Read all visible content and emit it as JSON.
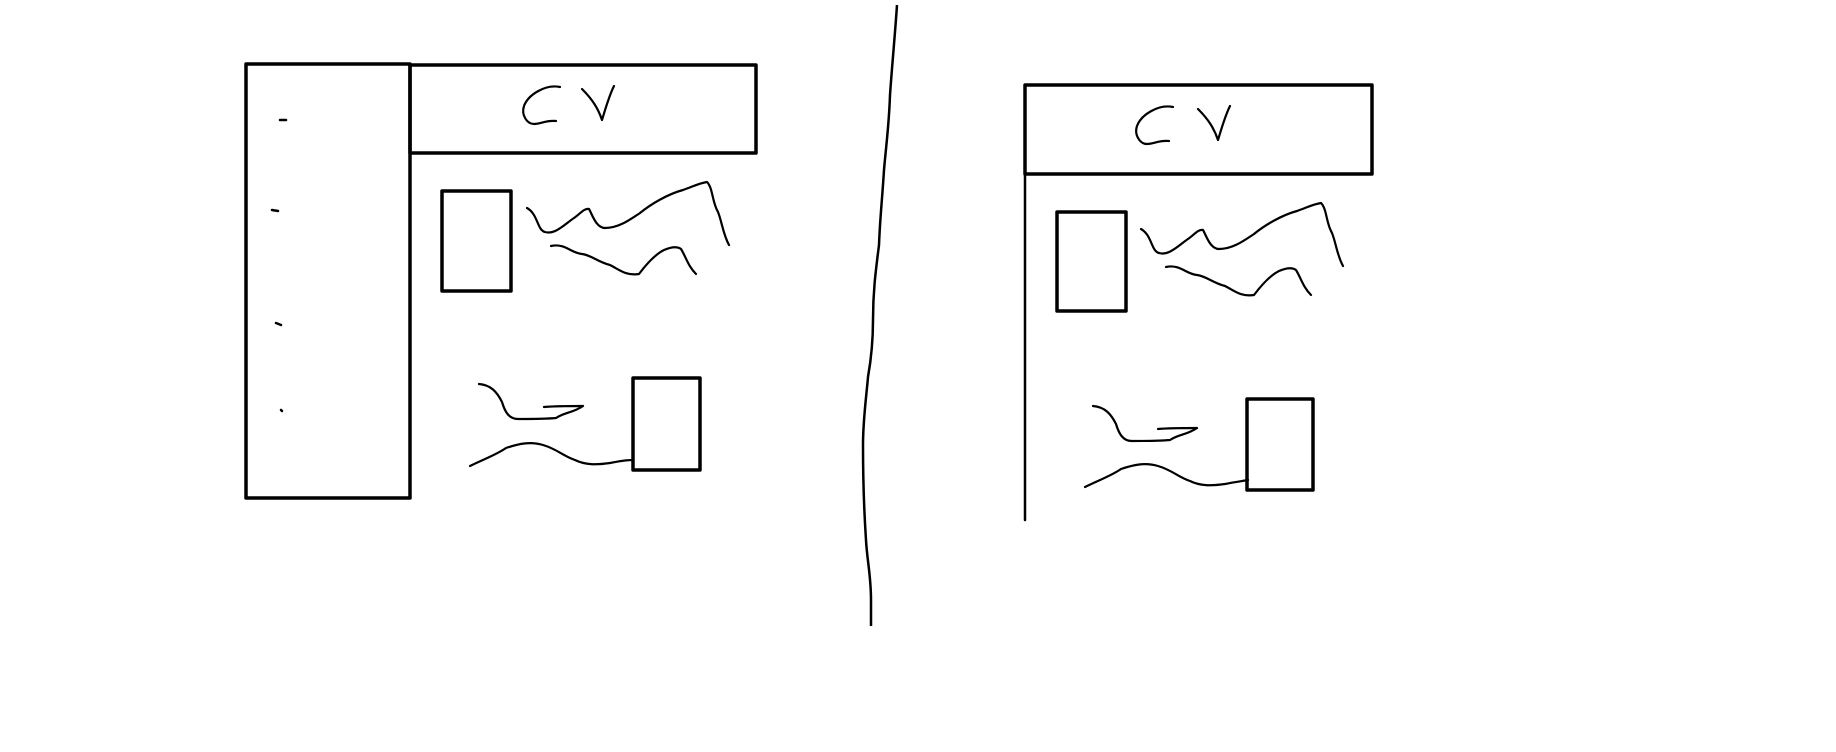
{
  "sketch": {
    "stroke_color": "#000000",
    "background_color": "#ffffff",
    "panels": [
      {
        "id": "left-layout",
        "header_label": "CV",
        "has_sidebar": true,
        "sidebar_bullet_count": 4,
        "content_rows": [
          {
            "image_position": "left",
            "text_line_count": 2
          },
          {
            "image_position": "right",
            "text_line_count": 2
          }
        ]
      },
      {
        "id": "right-layout",
        "header_label": "CV",
        "has_sidebar": false,
        "content_rows": [
          {
            "image_position": "left",
            "text_line_count": 2
          },
          {
            "image_position": "right",
            "text_line_count": 2
          }
        ]
      }
    ]
  }
}
